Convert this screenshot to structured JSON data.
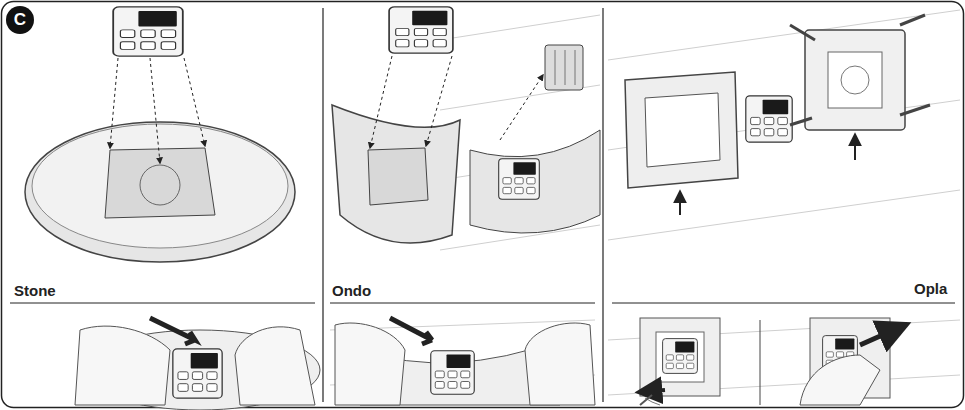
{
  "diagram": {
    "nodes": [
      {
        "text": [
          "C"
        ]
      }
    ],
    "labels": [
      "Stone",
      "Ondo",
      "Opla"
    ]
  }
}
